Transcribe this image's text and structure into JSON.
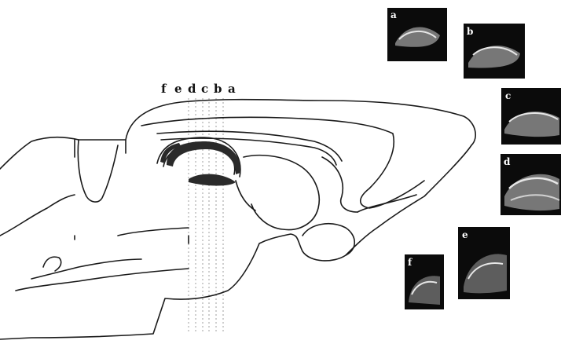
{
  "slice_labels": [
    "f",
    "e",
    "d",
    "c",
    "b",
    "a"
  ],
  "sections": [
    {
      "id": "a",
      "label": "a"
    },
    {
      "id": "b",
      "label": "b"
    },
    {
      "id": "c",
      "label": "c"
    },
    {
      "id": "d",
      "label": "d"
    },
    {
      "id": "e",
      "label": "e"
    },
    {
      "id": "f",
      "label": "f"
    }
  ],
  "colors": {
    "outline": "#1a1a1a",
    "hippocampus_fill": "#2a2a2a",
    "thumbnail_bg": "#0b0b0b",
    "thumbnail_tissue": "#bdbdbd"
  }
}
